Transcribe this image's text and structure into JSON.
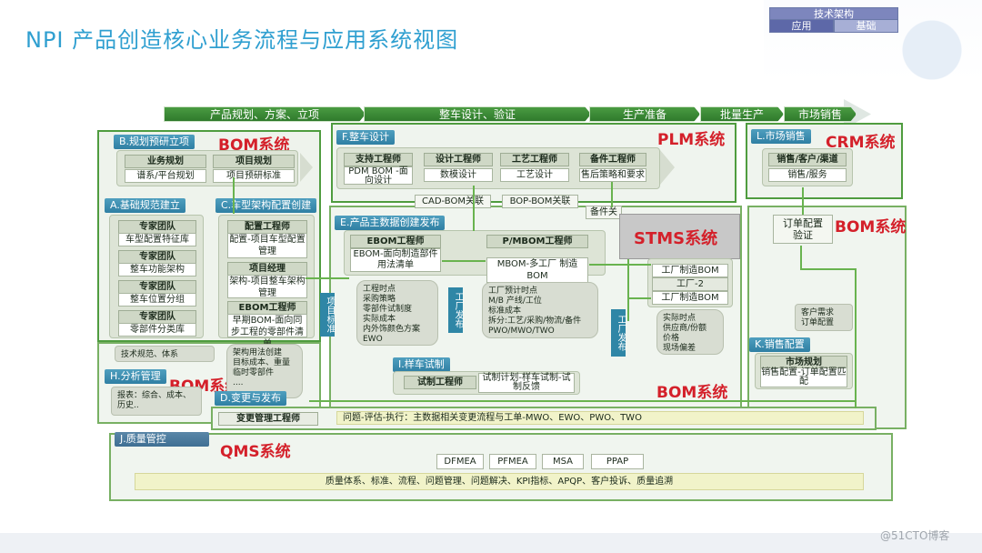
{
  "title": "NPI 产品创造核心业务流程与应用系统视图",
  "legend": {
    "header": "技术架构",
    "app": "应用",
    "base": "基础"
  },
  "phases": [
    "产品规划、方案、立项",
    "整车设计、验证",
    "生产准备",
    "批量生产",
    "市场销售"
  ],
  "systems": {
    "bom1": "BOM系统",
    "plm": "PLM系统",
    "crm": "CRM系统",
    "bom2": "BOM系统",
    "stms": "STMS系统",
    "bom3": "BOM系统",
    "bom4": "BOM系统",
    "qms": "QMS系统"
  },
  "b": {
    "tag": "B.规划预研立项",
    "h1": "业务规划",
    "h2": "项目规划",
    "v1": "谱系/平台规划",
    "v2": "项目预研标准"
  },
  "a": {
    "tag": "A.基础规范建立",
    "g": [
      "专家团队",
      "专家团队",
      "专家团队",
      "专家团队"
    ],
    "v": [
      "车型配置特征库",
      "整车功能架构",
      "整车位置分组",
      "零部件分类库"
    ]
  },
  "c": {
    "tag": "C.车型架构配置创建",
    "h1": "配置工程师",
    "v1": "配置-项目车型配置管理",
    "h2": "项目经理",
    "v2": "架构-项目整车架构管理",
    "h3": "EBOM工程师",
    "v3": "早期BOM-面向同步工程的零部件清单"
  },
  "f": {
    "tag": "F.整车设计",
    "roles": [
      "支持工程师",
      "设计工程师",
      "工艺工程师",
      "备件工程师"
    ],
    "vals": [
      "PDM BOM -面向设计",
      "数模设计",
      "工艺设计",
      "售后策略和要求"
    ]
  },
  "links": {
    "cad": "CAD-BOM关联",
    "bop": "BOP-BOM关联",
    "parts": "备件关"
  },
  "e": {
    "tag": "E.产品主数据创建发布",
    "h1": "EBOM工程师",
    "v1": "EBOM-面向制造部件用法清单",
    "h2": "P/MBOM工程师",
    "v2": "MBOM-多工厂 制造BOM"
  },
  "e_list1": [
    "工程时点",
    "采购策略",
    "零部件试制度",
    "实际成本",
    "内外饰颜色方案",
    "EWO"
  ],
  "e_list2": [
    "工厂预计时点",
    "M/B 产线/工位",
    "标准成本",
    "拆分:工艺/采购/物流/备件",
    "PWO/MWO/TWO"
  ],
  "vtags": {
    "project": "项目标准",
    "fab": "工厂发布",
    "fab2": "工厂发布"
  },
  "factory": {
    "f1": "工厂制造BOM",
    "f2": "工厂-2",
    "f3": "工厂制造BOM"
  },
  "factory_list": [
    "实际时点",
    "供应商/份额",
    "价格",
    "现场偏差"
  ],
  "l": {
    "tag": "L.市场销售",
    "h1": "销售/客户/渠道",
    "v1": "销售/服务"
  },
  "order": {
    "title": "订单配置验证"
  },
  "cust": [
    "客户需求",
    "订单配置"
  ],
  "k": {
    "tag": "K.销售配置",
    "h1": "市场规划",
    "v1": "销售配置-订单配置匹配"
  },
  "i": {
    "tag": "I.样车试制",
    "h1": "试制工程师",
    "v1": "试制计划-样车试制-试制反馈"
  },
  "misc": {
    "tech": "技术规范、体系"
  },
  "c_list": [
    "架构用法创建",
    "目标成本、重量",
    "临时零部件",
    "...."
  ],
  "h": {
    "tag": "H.分析管理",
    "v1": "报表：综合、成本、历史.."
  },
  "d": {
    "tag": "D.变更与发布",
    "h1": "变更管理工程师",
    "v1": "问题-评估-执行：主数据相关变更流程与工单-MWO、EWO、PWO、TWO"
  },
  "j": {
    "tag": "J.质量管控",
    "pills": [
      "DFMEA",
      "PFMEA",
      "MSA",
      "PPAP"
    ],
    "bar": "质量体系、标准、流程、问题管理、问题解决、KPI指标、APQP、客户投诉、质量追溯"
  },
  "watermark": "@51CTO博客",
  "colors": {
    "accent": "#2f9fd0",
    "phase": "#3b8a35",
    "border": "#4f9c3f",
    "red": "#d4202a",
    "tag": "#2f7fa3"
  }
}
